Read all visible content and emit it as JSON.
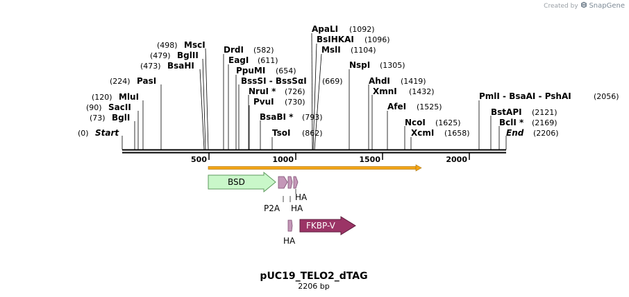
{
  "branding": {
    "created_by": "Created by",
    "app": "SnapGene"
  },
  "plasmid": {
    "name": "pUC19_TELO2_dTAG",
    "length_label": "2206 bp",
    "length": 2206
  },
  "ruler": {
    "ticks": [
      "500",
      "1000",
      "1500",
      "2000"
    ]
  },
  "sites": [
    {
      "name": "Start",
      "pos": "(0)",
      "italic": true
    },
    {
      "name": "BglI",
      "pos": "(73)"
    },
    {
      "name": "SacII",
      "pos": "(90)"
    },
    {
      "name": "MluI",
      "pos": "(120)"
    },
    {
      "name": "PasI",
      "pos": "(224)"
    },
    {
      "name": "BsaHI",
      "pos": "(473)"
    },
    {
      "name": "BglII",
      "pos": "(479)"
    },
    {
      "name": "MscI",
      "pos": "(498)"
    },
    {
      "name": "DrdI",
      "pos": "(582)"
    },
    {
      "name": "EagI",
      "pos": "(611)"
    },
    {
      "name": "PpuMI",
      "pos": "(654)"
    },
    {
      "name": "BssSI  -  BssSαI",
      "pos": "(669)"
    },
    {
      "name": "NruI *",
      "pos": "(726)"
    },
    {
      "name": "PvuI",
      "pos": "(730)"
    },
    {
      "name": "BsaBI *",
      "pos": "(793)"
    },
    {
      "name": "TsoI",
      "pos": "(862)"
    },
    {
      "name": "ApaLI",
      "pos": "(1092)"
    },
    {
      "name": "BsIHKAI",
      "pos": "(1096)"
    },
    {
      "name": "MslI",
      "pos": "(1104)"
    },
    {
      "name": "NspI",
      "pos": "(1305)"
    },
    {
      "name": "AhdI",
      "pos": "(1419)"
    },
    {
      "name": "XmnI",
      "pos": "(1432)"
    },
    {
      "name": "AfeI",
      "pos": "(1525)"
    },
    {
      "name": "NcoI",
      "pos": "(1625)"
    },
    {
      "name": "XcmI",
      "pos": "(1658)"
    },
    {
      "name": "PmlI  -  BsaAI  -  PshAI",
      "pos": "(2056)"
    },
    {
      "name": "BstAPI",
      "pos": "(2121)"
    },
    {
      "name": "BclI *",
      "pos": "(2169)"
    },
    {
      "name": "End",
      "pos": "(2206)",
      "italic": true
    }
  ],
  "features": {
    "bsd": "BSD",
    "fkbp": "FKBP-V",
    "p2a": "P2A",
    "ha1": "HA",
    "ha2": "HA",
    "ha3": "HA"
  },
  "colors": {
    "bsd_fill": "#c9f7c9",
    "bsd_stroke": "#5e9a5e",
    "fkbp_fill": "#9b3466",
    "small_feature": "#c497b8",
    "orf_arrow": "#f3a516"
  }
}
